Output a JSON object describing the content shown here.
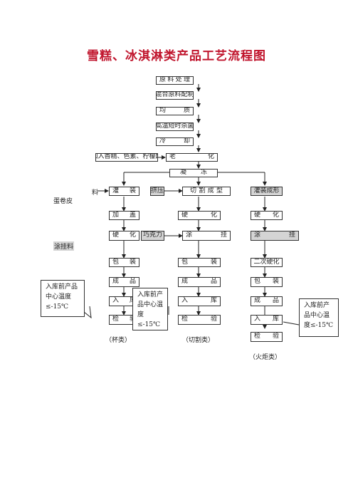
{
  "title": "雪糕、冰淇淋类产品工艺流程图",
  "main": {
    "b1": [
      "原",
      "料",
      "处",
      "理"
    ],
    "b2": "混合原料配制",
    "b3": [
      "均",
      "质"
    ],
    "b4": "高温短时杀菌",
    "b5": [
      "冷",
      "却"
    ],
    "b6": [
      "老",
      "化"
    ],
    "b7": [
      "凝",
      "冻"
    ],
    "add_label": "加入香精、色素、柠檬酸"
  },
  "left": {
    "liao": "料",
    "guanzhuang": [
      "灌",
      "装"
    ],
    "jiao_gai": [
      "加",
      "盖"
    ],
    "ying_hua": [
      "硬",
      "化"
    ],
    "bao_zhuang": [
      "包",
      "装"
    ],
    "cheng_pin": [
      "成",
      "品"
    ],
    "ru_ku": [
      "入",
      "库"
    ],
    "jian_yan": [
      "检",
      "验"
    ],
    "dan_juan_pi": "蛋卷皮",
    "tu_gua_liao": "涂挂料",
    "caption": "（杯类）"
  },
  "middle": {
    "ji_ya": "挤压",
    "qie_ge": [
      "切",
      "割",
      "成",
      "型"
    ],
    "ying_hua": [
      "硬",
      "化"
    ],
    "qiao_ke_li": "巧克力",
    "tu_gua": [
      "涂",
      "挂"
    ],
    "bao_zhuang": [
      "包",
      "装"
    ],
    "cheng_pin": [
      "成",
      "品"
    ],
    "ru_ku": [
      "入",
      "库"
    ],
    "jian_yan": [
      "检",
      "验"
    ],
    "caption": "（切割类）"
  },
  "right": {
    "guan_zhuang_cheng_xing": "灌装成形",
    "ying_hua": [
      "硬",
      "化"
    ],
    "tu_gua": [
      "涂",
      "挂"
    ],
    "er_ci_ying_hua": "二次硬化",
    "bao_zhuang": [
      "包",
      "装"
    ],
    "cheng_pin": [
      "成",
      "品"
    ],
    "ru_ku": [
      "入",
      "库"
    ],
    "jian_yan": [
      "检",
      "验"
    ],
    "caption": "（火炬类）"
  },
  "callouts": {
    "left": "入库前产品中心温度≤-15℃",
    "middle": "入库前产品中心温度≤-15℃",
    "right": "入库前产品中心温度≤-15℃"
  }
}
